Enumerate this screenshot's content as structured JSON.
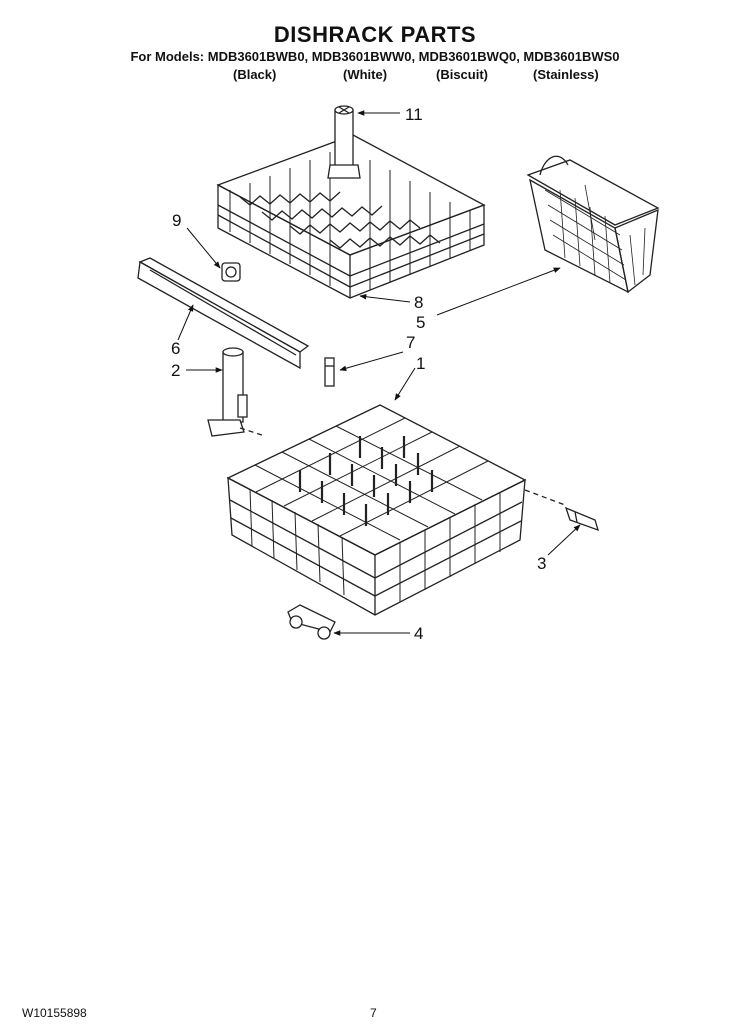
{
  "header": {
    "title": "DISHRACK PARTS",
    "models": "For Models: MDB3601BWB0, MDB3601BWW0, MDB3601BWQ0, MDB3601BWS0",
    "colors": [
      "(Black)",
      "(White)",
      "(Biscuit)",
      "(Stainless)"
    ]
  },
  "callouts": {
    "c1": "1",
    "c2": "2",
    "c3": "3",
    "c4": "4",
    "c5": "5",
    "c6": "6",
    "c7": "7",
    "c8": "8",
    "c9": "9",
    "c11": "11"
  },
  "footer": {
    "doc_number": "W10155898",
    "page_number": "7"
  }
}
